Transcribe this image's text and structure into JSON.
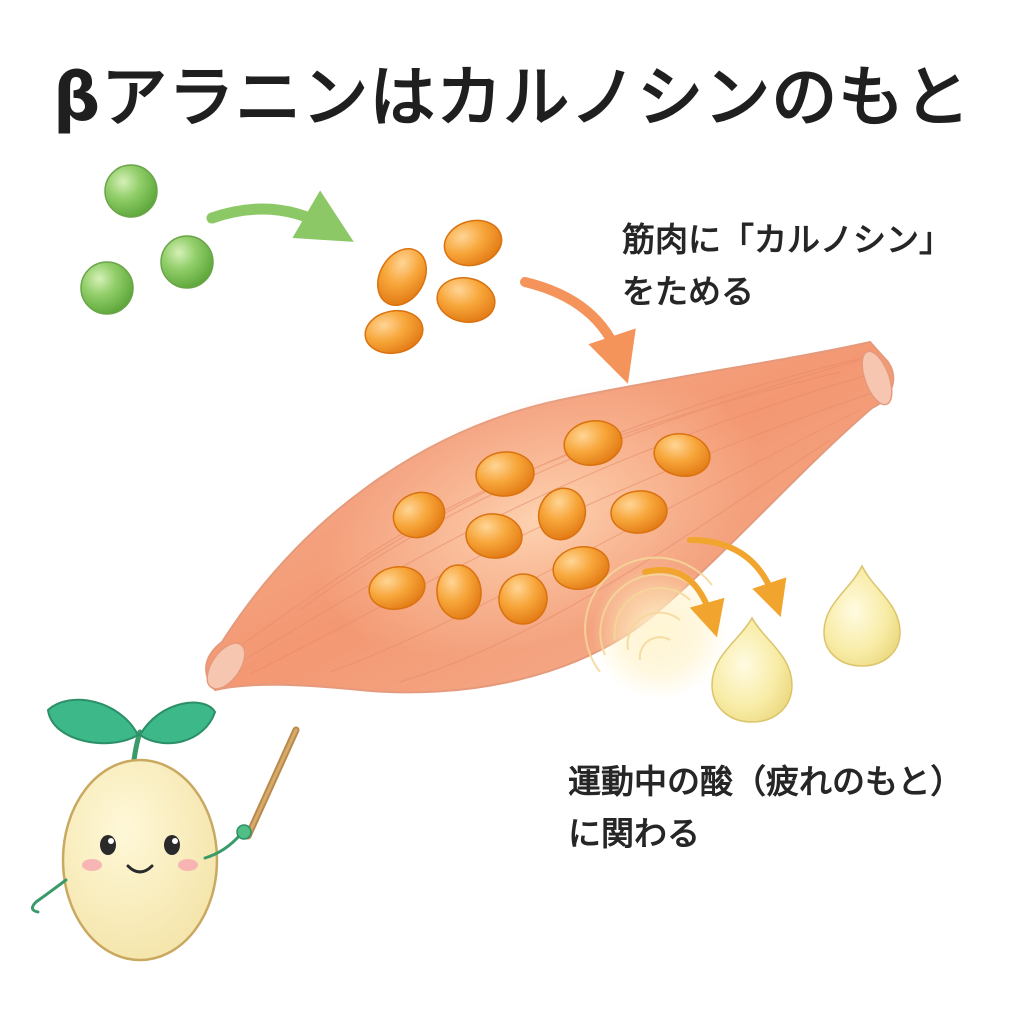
{
  "title": "βアラニンはカルノシンのもと",
  "captions": {
    "carnosine_line1": "筋肉に「カルノシン」",
    "carnosine_line2": "をためる",
    "acid_line1": "運動中の酸（疲れのもと）",
    "acid_line2": "に関わる"
  },
  "icons": {
    "beta_alanine": "green-ball",
    "carnosine": "orange-capsule",
    "muscle": "muscle-bundle",
    "acid": "yellow-drop",
    "mascot": "sprout-seed-character"
  },
  "colors": {
    "green": "#8cc866",
    "orange": "#f39a2c",
    "muscle": "#f4a07a",
    "acid": "#f7eba0",
    "leaf": "#3db889"
  }
}
